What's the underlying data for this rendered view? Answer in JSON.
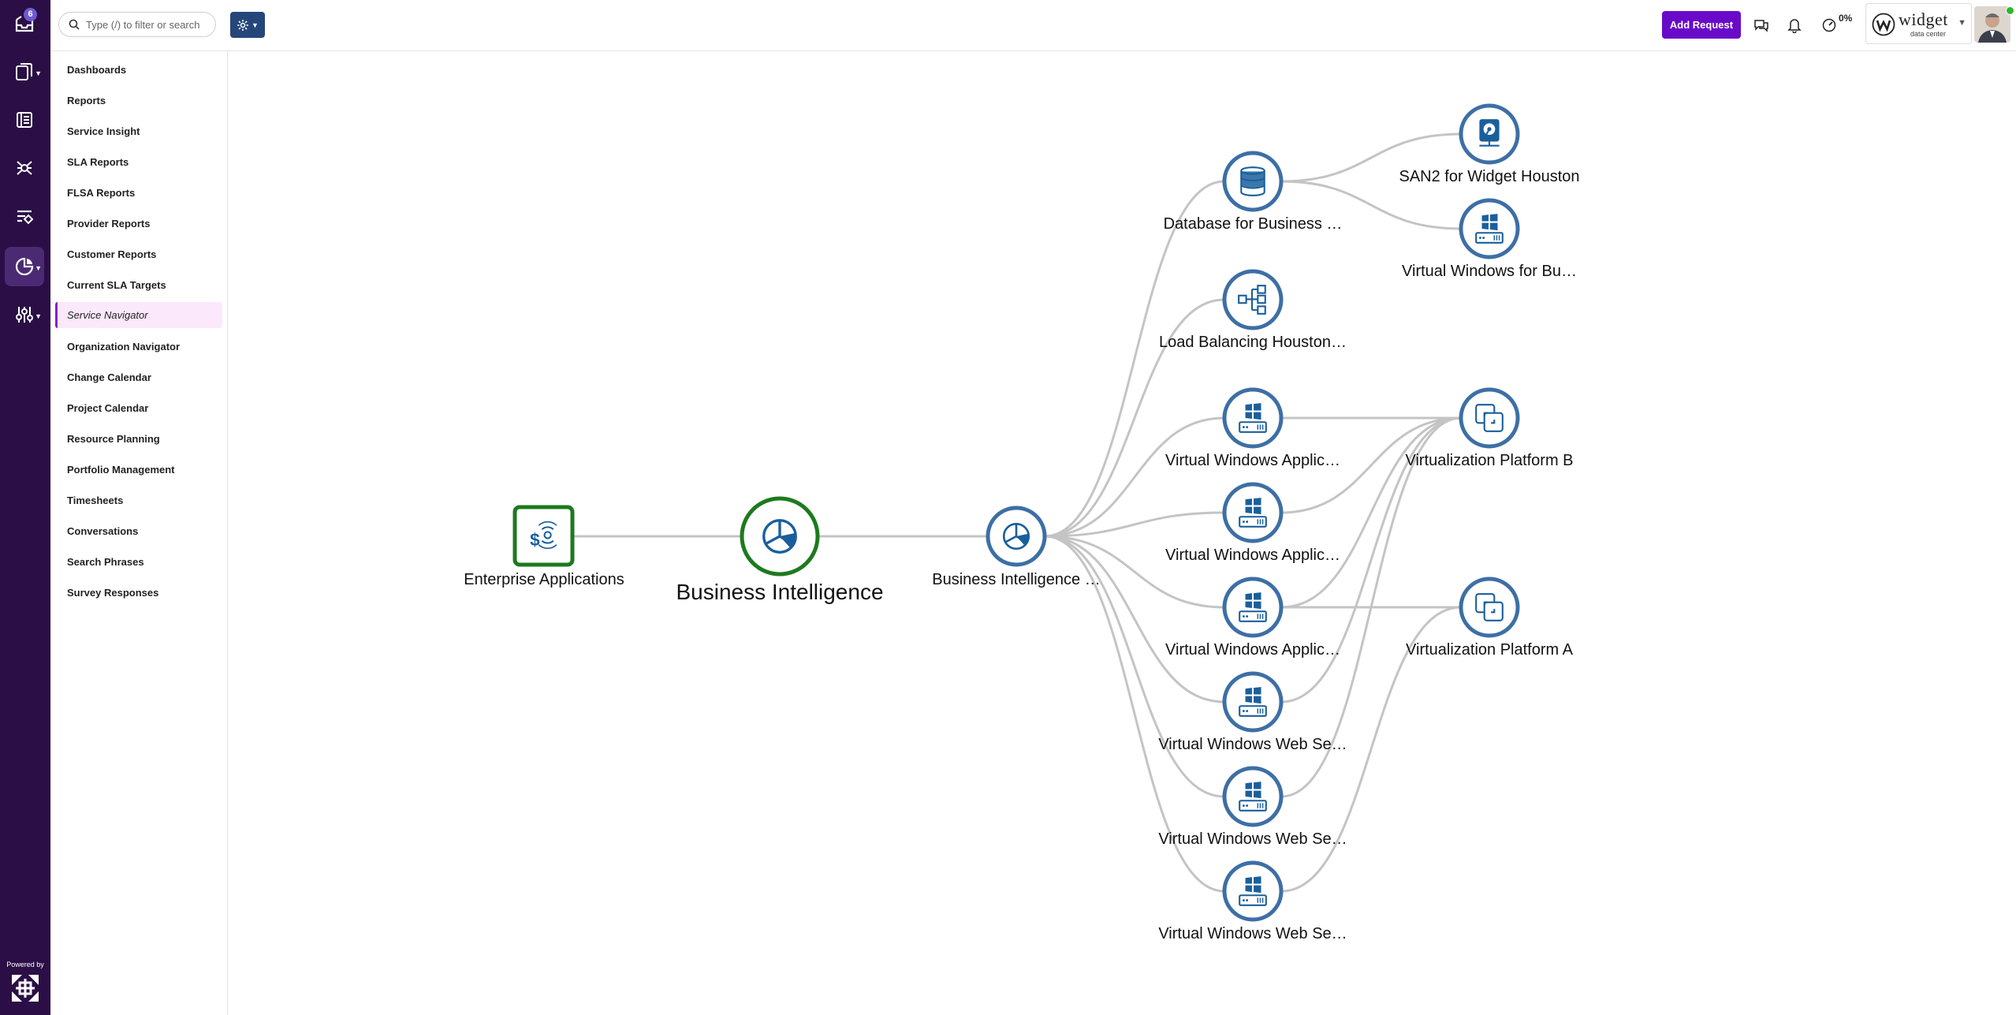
{
  "rail": {
    "inbox_badge": "6",
    "powered_by": "Powered by"
  },
  "topbar": {
    "search_placeholder": "Type (/) to filter or search",
    "add_request": "Add Request",
    "percent": "0%",
    "org_name": "widget",
    "org_sub": "data center"
  },
  "subnav": {
    "items": [
      {
        "label": "Dashboards"
      },
      {
        "label": "Reports"
      },
      {
        "label": "Service Insight"
      },
      {
        "label": "SLA Reports"
      },
      {
        "label": "FLSA Reports"
      },
      {
        "label": "Provider Reports"
      },
      {
        "label": "Customer Reports"
      },
      {
        "label": "Current SLA Targets"
      },
      {
        "label": "Service Navigator"
      },
      {
        "label": "Organization Navigator"
      },
      {
        "label": "Change Calendar"
      },
      {
        "label": "Project Calendar"
      },
      {
        "label": "Resource Planning"
      },
      {
        "label": "Portfolio Management"
      },
      {
        "label": "Timesheets"
      },
      {
        "label": "Conversations"
      },
      {
        "label": "Search Phrases"
      },
      {
        "label": "Survey Responses"
      }
    ],
    "active_index": 8
  },
  "graph": {
    "colors": {
      "ci": "#3d6fa5",
      "service": "#1d7a1d",
      "edge": "#c4c4c4",
      "icon": "#1a5f9c"
    },
    "nodes": [
      {
        "id": "ent",
        "label": "Enterprise Applications",
        "icon": "money-icon",
        "kind": "service-instance"
      },
      {
        "id": "bi",
        "label": "Business Intelligence",
        "icon": "pie-chart-icon",
        "kind": "service"
      },
      {
        "id": "bia",
        "label": "Business Intelligence …",
        "icon": "pie-chart-icon",
        "kind": "ci"
      },
      {
        "id": "db",
        "label": "Database for Business …",
        "icon": "database-icon",
        "kind": "ci"
      },
      {
        "id": "lb",
        "label": "Load Balancing Houston…",
        "icon": "network-icon",
        "kind": "ci"
      },
      {
        "id": "va1",
        "label": "Virtual Windows Applic…",
        "icon": "windows-server-icon",
        "kind": "ci"
      },
      {
        "id": "va2",
        "label": "Virtual Windows Applic…",
        "icon": "windows-server-icon",
        "kind": "ci"
      },
      {
        "id": "va3",
        "label": "Virtual Windows Applic…",
        "icon": "windows-server-icon",
        "kind": "ci"
      },
      {
        "id": "vw1",
        "label": "Virtual Windows Web Se…",
        "icon": "windows-server-icon",
        "kind": "ci"
      },
      {
        "id": "vw2",
        "label": "Virtual Windows Web Se…",
        "icon": "windows-server-icon",
        "kind": "ci"
      },
      {
        "id": "vw3",
        "label": "Virtual Windows Web Se…",
        "icon": "windows-server-icon",
        "kind": "ci"
      },
      {
        "id": "san",
        "label": "SAN2 for Widget Houston",
        "icon": "storage-icon",
        "kind": "ci"
      },
      {
        "id": "vwb",
        "label": "Virtual Windows for Bu…",
        "icon": "windows-server-icon",
        "kind": "ci"
      },
      {
        "id": "vpb",
        "label": "Virtualization Platform B",
        "icon": "virtualization-icon",
        "kind": "ci"
      },
      {
        "id": "vpa",
        "label": "Virtualization Platform A",
        "icon": "virtualization-icon",
        "kind": "ci"
      }
    ],
    "edges": [
      [
        "ent",
        "bi"
      ],
      [
        "bi",
        "bia"
      ],
      [
        "bia",
        "db"
      ],
      [
        "bia",
        "lb"
      ],
      [
        "bia",
        "va1"
      ],
      [
        "bia",
        "va2"
      ],
      [
        "bia",
        "va3"
      ],
      [
        "bia",
        "vw1"
      ],
      [
        "bia",
        "vw2"
      ],
      [
        "bia",
        "vw3"
      ],
      [
        "db",
        "san"
      ],
      [
        "db",
        "vwb"
      ],
      [
        "va1",
        "vpb"
      ],
      [
        "va2",
        "vpb"
      ],
      [
        "va3",
        "vpb"
      ],
      [
        "vw1",
        "vpb"
      ],
      [
        "vw2",
        "vpb"
      ],
      [
        "va3",
        "vpa"
      ],
      [
        "vw3",
        "vpa"
      ]
    ]
  }
}
